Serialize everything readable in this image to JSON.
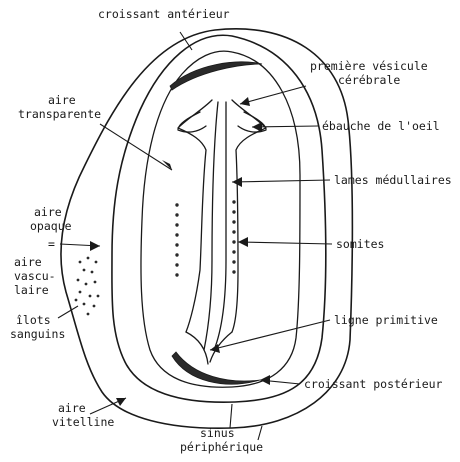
{
  "labels": {
    "croissant_anterieur": "croissant antérieur",
    "premiere_vesicule_1": "première vésicule",
    "premiere_vesicule_2": "cérébrale",
    "aire_transparente_1": "aire",
    "aire_transparente_2": "transparente",
    "ebauche_oeil": "ébauche de l'oeil",
    "lames_medullaires": "lames médullaires",
    "aire_opaque_1": "aire",
    "aire_opaque_2": "opaque",
    "equals": "=",
    "aire_vasculaire_1": "aire",
    "aire_vasculaire_2": "vascu-",
    "aire_vasculaire_3": "laire",
    "somites": "somites",
    "ilots_1": "îlots",
    "ilots_2": "sanguins",
    "ligne_primitive": "ligne primitive",
    "croissant_posterieur": "croissant postérieur",
    "aire_vitelline_1": "aire",
    "aire_vitelline_2": "vitelline",
    "sinus_1": "sinus",
    "sinus_2": "périphérique"
  },
  "colors": {
    "ink": "#1a1a1a",
    "background": "#ffffff"
  }
}
